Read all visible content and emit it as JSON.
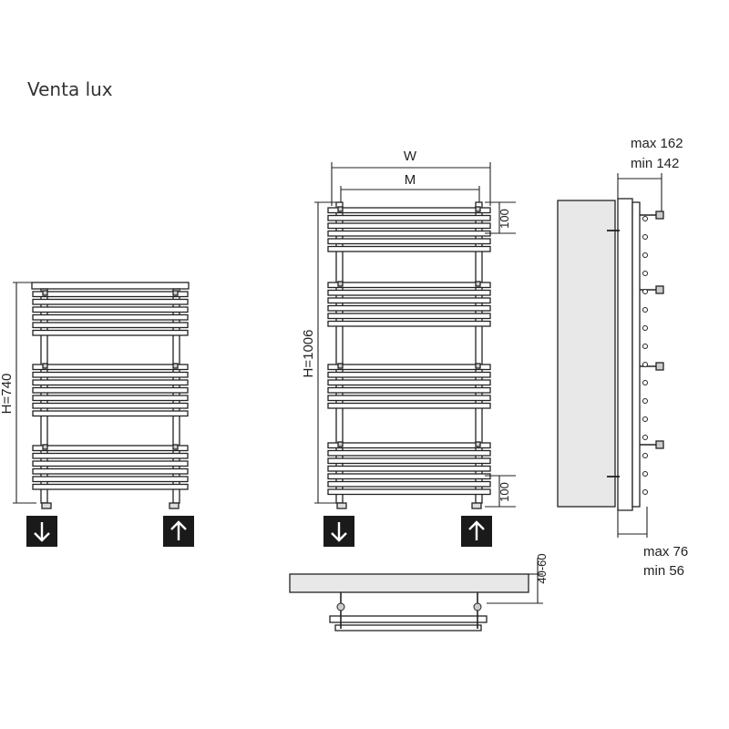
{
  "title": "Venta lux",
  "labels": {
    "h_small": "H=740",
    "h_large": "H=1006",
    "width": "W",
    "mount": "M",
    "dim_top": "100",
    "dim_bottom": "100",
    "wall_max": "max 162",
    "wall_min": "min 142",
    "floor_max": "max 76",
    "floor_min": "min 56",
    "wall_gap": "40-60"
  },
  "icons": {
    "supply": "arrow-down-icon",
    "return": "arrow-up-icon"
  }
}
